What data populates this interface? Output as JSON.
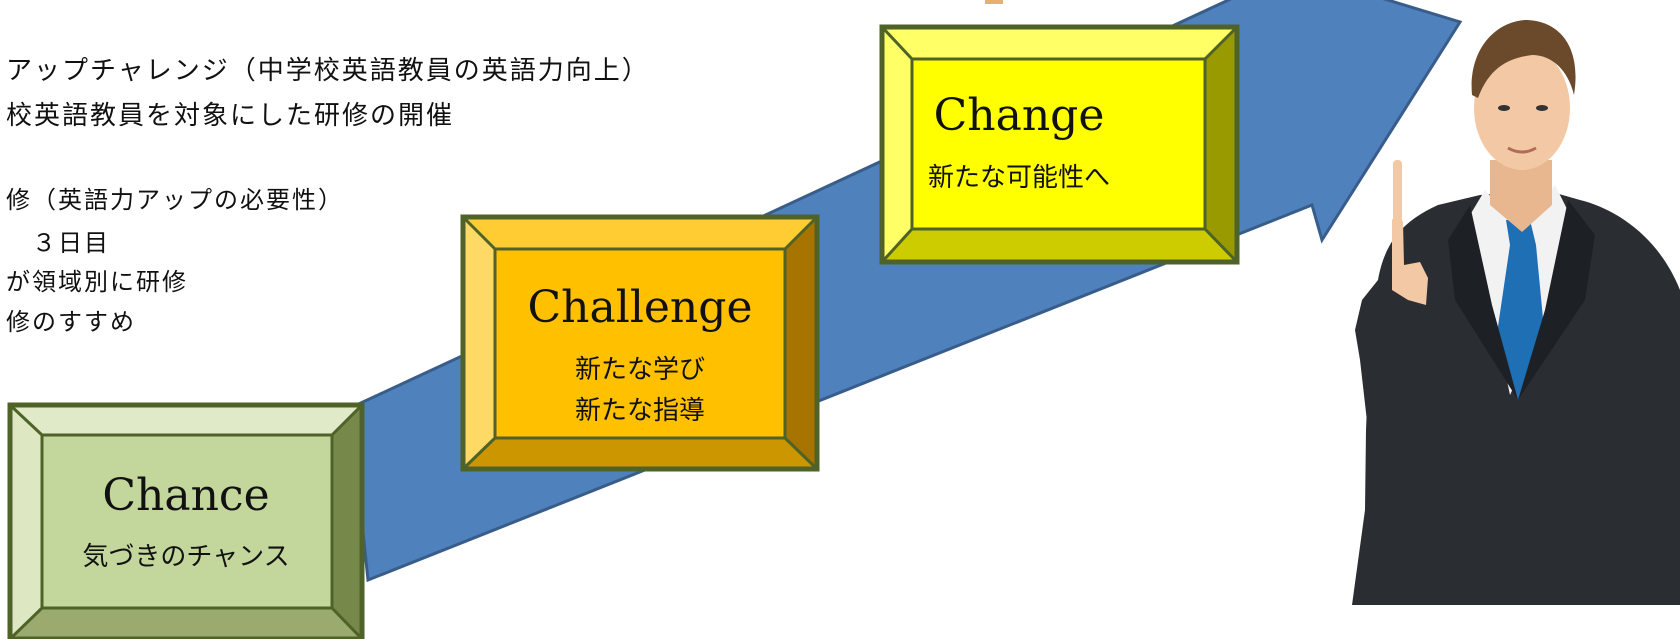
{
  "text_panel": {
    "lines": [
      "アップチャレンジ（中学校英語教員の英語力向上）",
      "校英語教員を対象にした研修の開催",
      "修（英語力アップの必要性）",
      "　３日目",
      "が領域別に研修",
      "修のすすめ"
    ]
  },
  "steps": [
    {
      "title": "Chance",
      "subtitle_lines": [
        "気づきのチャンス"
      ]
    },
    {
      "title": "Challenge",
      "subtitle_lines": [
        "新たな学び",
        "新たな指導"
      ]
    },
    {
      "title": "Change",
      "subtitle_lines": [
        "新たな可能性へ"
      ]
    }
  ],
  "colors": {
    "arrow": "#4f81bd",
    "arrow_stroke": "#385d8a",
    "chance_face": "#c3d69b",
    "chance_border": "#4f6228",
    "challenge_face": "#ffc000",
    "challenge_border": "#4f6228",
    "change_face": "#ffff00",
    "change_border": "#4f6228",
    "suit": "#2a2e33",
    "tie": "#1f6fb5",
    "skin": "#f3c9a5",
    "hair": "#6b4a2b"
  },
  "icons": {
    "growth_arrow": "growth-arrow-icon",
    "businessman": "businessman-illustration"
  }
}
